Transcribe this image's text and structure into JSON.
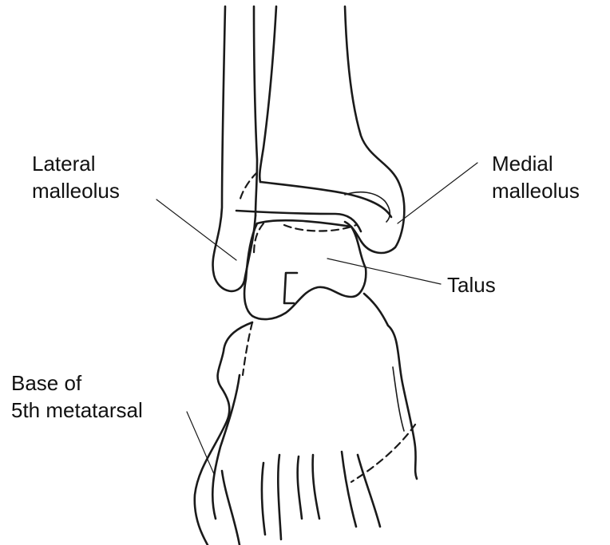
{
  "labels": {
    "lateral_malleolus": [
      "Lateral",
      "malleolus"
    ],
    "medial_malleolus": [
      "Medial",
      "malleolus"
    ],
    "talus": "Talus",
    "base_5th_metatarsal": [
      "Base of",
      "5th metatarsal"
    ]
  },
  "colors": {
    "ink": "#1a1a1a",
    "background": "#ffffff"
  }
}
